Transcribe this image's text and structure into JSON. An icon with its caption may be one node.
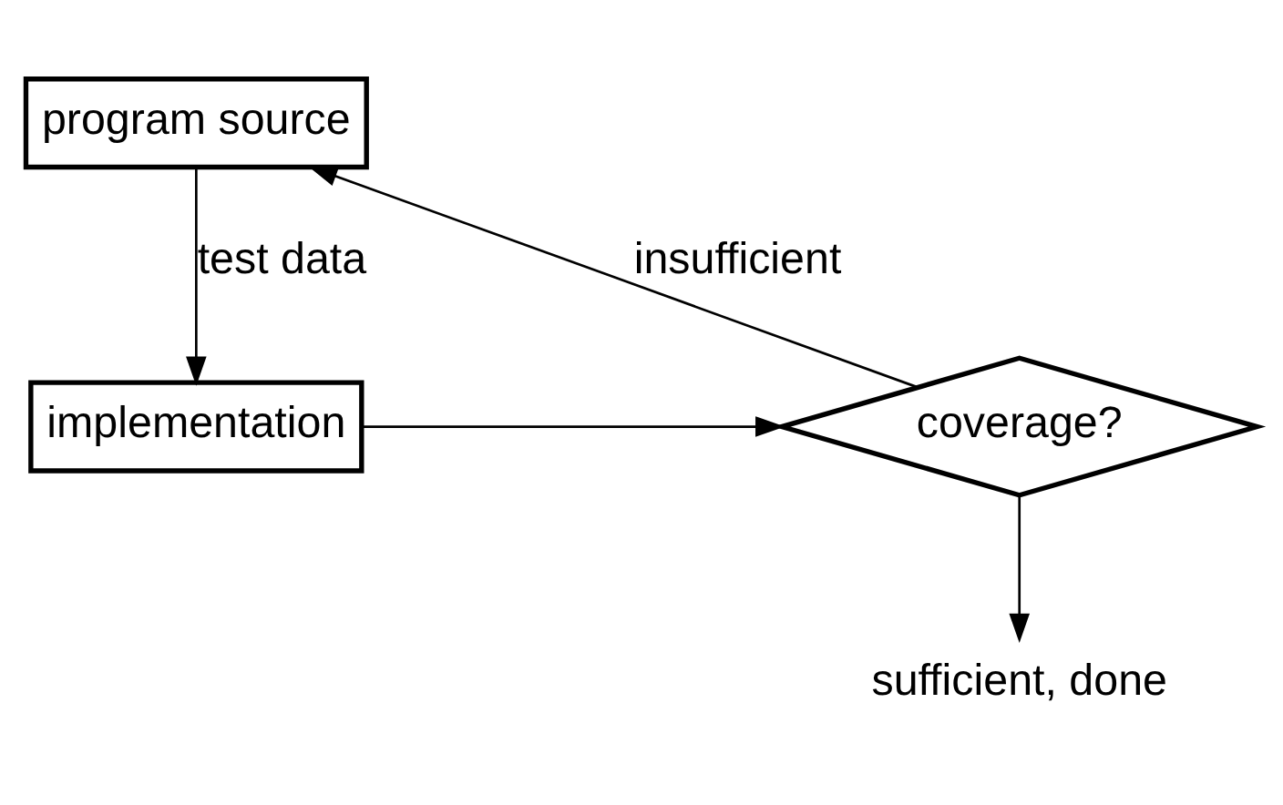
{
  "diagram": {
    "nodes": [
      {
        "text": [
          "program source"
        ]
      },
      {
        "text": [
          "implementation"
        ]
      },
      {
        "text": [
          "coverage?"
        ]
      },
      {
        "text": [
          "sufficient, done"
        ]
      }
    ],
    "edges": [
      {
        "from": 0,
        "to": 1,
        "arrow": "to",
        "label": "test data"
      },
      {
        "from": 1,
        "to": 2,
        "arrow": "to"
      },
      {
        "from": 2,
        "to": 0,
        "arrow": "to",
        "label": "insufficient"
      },
      {
        "from": 2,
        "to": 3,
        "arrow": "to"
      }
    ]
  }
}
